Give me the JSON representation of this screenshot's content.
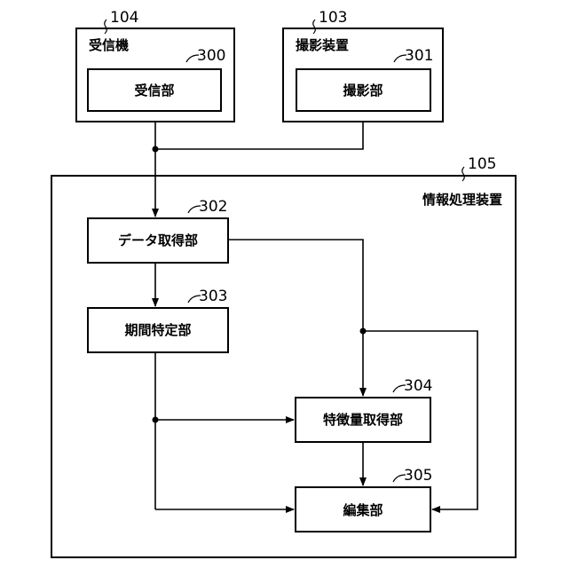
{
  "receiver": {
    "ref": "104",
    "title": "受信機",
    "unit": {
      "ref": "300",
      "label": "受信部"
    }
  },
  "camera_device": {
    "ref": "103",
    "title": "撮影装置",
    "unit": {
      "ref": "301",
      "label": "撮影部"
    }
  },
  "processor": {
    "ref": "105",
    "title": "情報処理装置",
    "units": [
      {
        "ref": "302",
        "label": "データ取得部"
      },
      {
        "ref": "303",
        "label": "期間特定部"
      },
      {
        "ref": "304",
        "label": "特徴量取得部"
      },
      {
        "ref": "305",
        "label": "編集部"
      }
    ]
  }
}
